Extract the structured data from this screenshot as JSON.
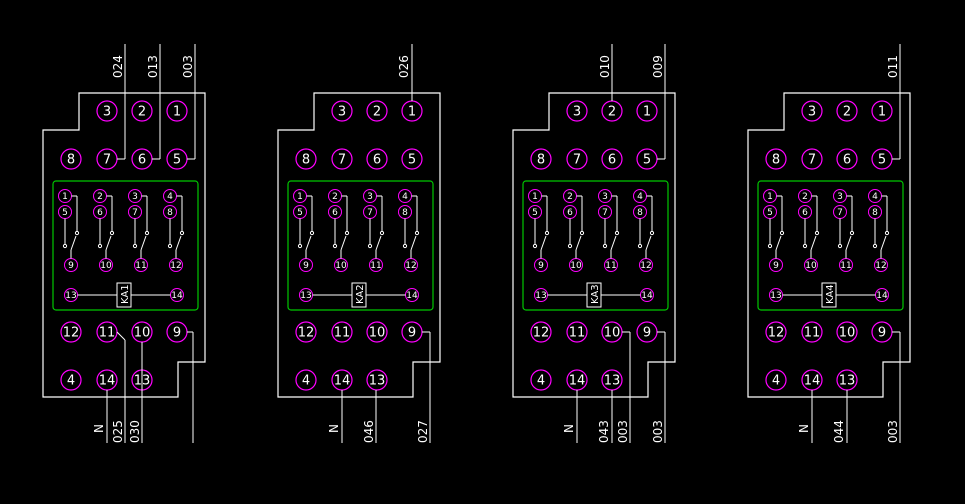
{
  "colors": {
    "background": "#000000",
    "outline": "#ffffff",
    "pin_circle": "#ff00ff",
    "relay_box": "#00c800",
    "text": "#ffffff"
  },
  "relays": [
    {
      "label": "KA1",
      "top_wires": {
        "p7": "024",
        "p6": "013",
        "p5": "003"
      },
      "bottom_wires": {
        "p14": "N",
        "p11a": "025",
        "p11b": "030"
      }
    },
    {
      "label": "KA2",
      "top_wires": {
        "p1": "026"
      },
      "bottom_wires": {
        "p14": "N",
        "p13": "046",
        "p9": "027"
      }
    },
    {
      "label": "KA3",
      "top_wires": {
        "p2": "010",
        "p5": "009"
      },
      "bottom_wires": {
        "p14": "N",
        "p13": "043",
        "p10": "003",
        "p9": "003"
      }
    },
    {
      "label": "KA4",
      "top_wires": {
        "p1": "011"
      },
      "bottom_wires": {
        "p14": "N",
        "p13": "044",
        "p9": "003"
      }
    }
  ],
  "pins": {
    "row1": [
      "3",
      "2",
      "1"
    ],
    "row2": [
      "8",
      "7",
      "6",
      "5"
    ],
    "row3": [
      "12",
      "11",
      "10",
      "9"
    ],
    "row4": [
      "4",
      "14",
      "13"
    ]
  },
  "contacts": {
    "top": [
      "1",
      "2",
      "3",
      "4"
    ],
    "mid": [
      "5",
      "6",
      "7",
      "8"
    ],
    "bottom": [
      "9",
      "10",
      "11",
      "12"
    ],
    "coil": [
      "13",
      "14"
    ]
  }
}
